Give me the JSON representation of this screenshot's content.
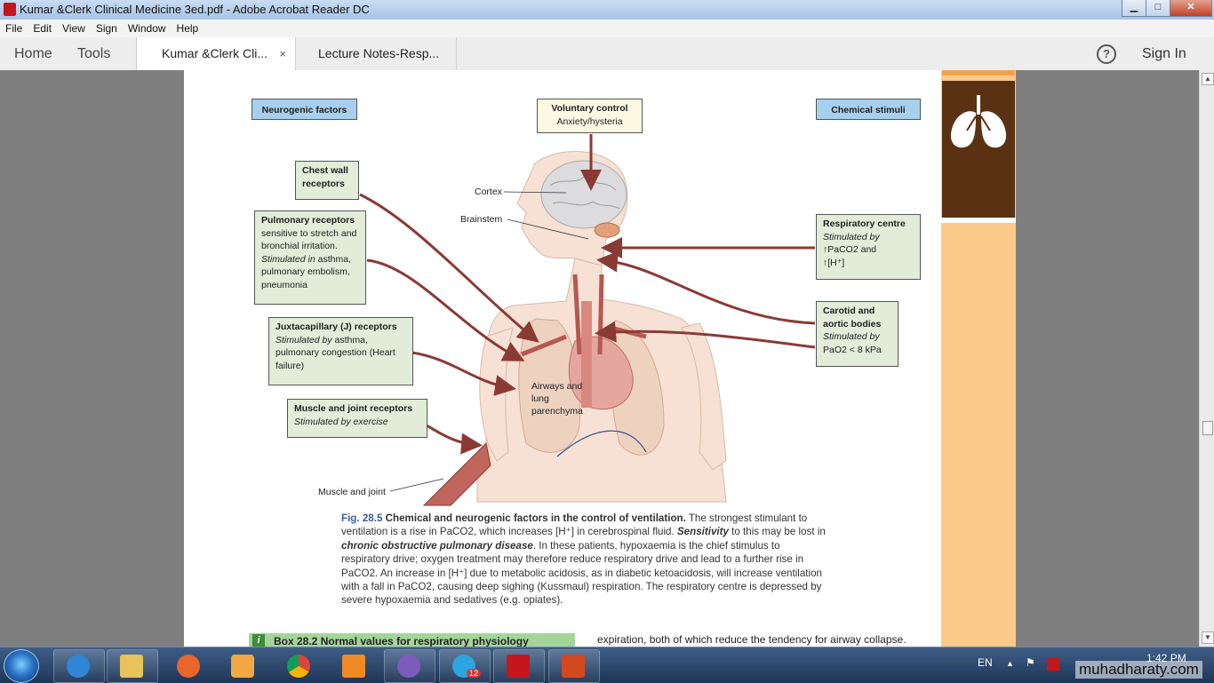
{
  "window": {
    "title": "Kumar  &Clerk  Clinical Medicine 3ed.pdf - Adobe Acrobat Reader DC"
  },
  "window_controls": {
    "minimize": "▁",
    "maximize": "□",
    "close": "✕"
  },
  "menu": [
    "File",
    "Edit",
    "View",
    "Sign",
    "Window",
    "Help"
  ],
  "nav": {
    "home": "Home",
    "tools": "Tools"
  },
  "tabs": [
    {
      "label": "Kumar  &Clerk  Cli...",
      "close": "×"
    },
    {
      "label": "Lecture Notes-Resp..."
    }
  ],
  "header": {
    "help_label": "?",
    "sign_in": "Sign In"
  },
  "figure": {
    "neurogenic": "Neurogenic factors",
    "chemical": "Chemical stimuli",
    "voluntary": {
      "title": "Voluntary control",
      "sub": "Anxiety/hysteria"
    },
    "chest_wall": {
      "title": "Chest wall receptors"
    },
    "pulmonary": {
      "title": "Pulmonary receptors",
      "line1": "sensitive to stretch and bronchial irritation.",
      "stim": "Stimulated in",
      "line2": " asthma, pulmonary embolism, pneumonia"
    },
    "juxta": {
      "title": "Juxtacapillary (J) receptors",
      "stim": "Stimulated by",
      "line2": " asthma, pulmonary congestion (Heart failure)"
    },
    "muscle": {
      "title": "Muscle and joint receptors",
      "stim": "Stimulated by exercise"
    },
    "resp_centre": {
      "title": "Respiratory centre",
      "stim": "Stimulated by",
      "l1": "↑PaCO2  and",
      "l2": "↑[H⁺]"
    },
    "carotid": {
      "title": "Carotid and aortic bodies",
      "stim": "Stimulated by",
      "l1": "PaO2  < 8 kPa"
    },
    "labels": {
      "cortex": "Cortex",
      "brainstem": "Brainstem",
      "airways": "Airways and lung parenchyma",
      "muscle_joint": "Muscle and joint"
    }
  },
  "caption": {
    "fig": "Fig. 28.5",
    "title": "Chemical and neurogenic factors in the control of ventilation.",
    "text1": " The strongest stimulant to ventilation is a rise in PaCO2, which increases [H⁺] in cerebrospinal fluid. ",
    "sens": "Sensitivity",
    "text2": " to this may be lost in ",
    "copd": "chronic obstructive pulmonary disease",
    "text3": ". In these patients, hypoxaemia is the chief stimulus to respiratory drive; oxygen treatment may therefore reduce respiratory drive and lead to a further rise in PaCO2. An increase in [H⁺] due to metabolic acidosis, as in diabetic ketoacidosis, will increase ventilation with a fall in PaCO2, causing deep sighing (Kussmaul) respiration. The respiratory centre is depressed by severe hypoxaemia and sedatives (e.g. opiates)."
  },
  "box": {
    "icon": "i",
    "title": "Box 28.2 Normal values for respiratory physiology"
  },
  "body_text": "expiration, both of which reduce the tendency for airway collapse.",
  "taskbar": {
    "apps": [
      "ie-icon",
      "explorer-icon",
      "firefox-icon",
      "media-icon",
      "chrome-icon",
      "mail-icon",
      "viber-icon",
      "telegram-icon",
      "acrobat-icon",
      "presentation-icon"
    ],
    "telegram_badge": "12",
    "lang": "EN",
    "time": "1:42 PM"
  },
  "watermark": "muhadharaty.com",
  "colors": {
    "accent_orange": "#fbc98a",
    "brown": "#5a3112",
    "arrow": "#8a3a34"
  }
}
